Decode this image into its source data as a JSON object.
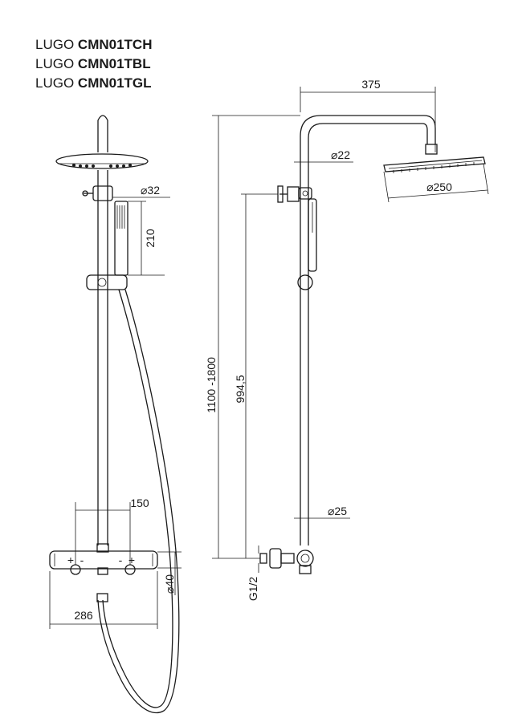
{
  "models": [
    {
      "brand": "LUGO",
      "code": "CMN01TCH"
    },
    {
      "brand": "LUGO",
      "code": "CMN01TBL"
    },
    {
      "brand": "LUGO",
      "code": "CMN01TGL"
    }
  ],
  "front_view": {
    "dim_hand_shower_dia": "⌀32",
    "dim_hand_shower_len": "210",
    "dim_inlet_spacing": "150",
    "dim_mixer_dia": "⌀40",
    "dim_mixer_projection": "286"
  },
  "side_view": {
    "dim_arm_reach": "375",
    "dim_upper_tube_dia": "⌀22",
    "dim_head_dia": "⌀250",
    "dim_total_height": "1100 -1800",
    "dim_mid_height": "994,5",
    "dim_lower_tube_dia": "⌀25",
    "dim_thread": "G1/2"
  }
}
